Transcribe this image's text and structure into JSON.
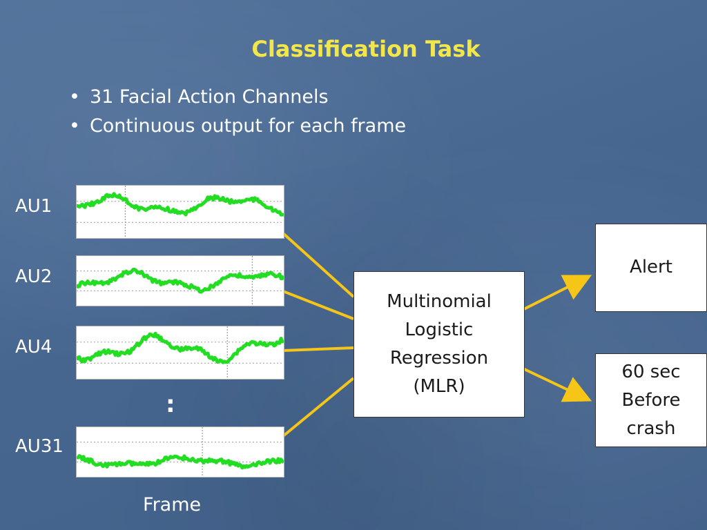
{
  "title": "Classification Task",
  "bullets": [
    "31 Facial Action Channels",
    "Continuous output for each frame"
  ],
  "channels": [
    "AU1",
    "AU2",
    "AU4",
    "AU31"
  ],
  "ellipsis": ":",
  "x_axis_label": "Frame",
  "model_box": [
    "Multinomial",
    "Logistic",
    "Regression",
    "(MLR)"
  ],
  "outputs": [
    [
      "Alert"
    ],
    [
      "60 sec",
      "Before",
      "crash"
    ]
  ],
  "colors": {
    "title": "#f2e64a",
    "connector": "#f5c518",
    "signal": "#22dd22"
  }
}
